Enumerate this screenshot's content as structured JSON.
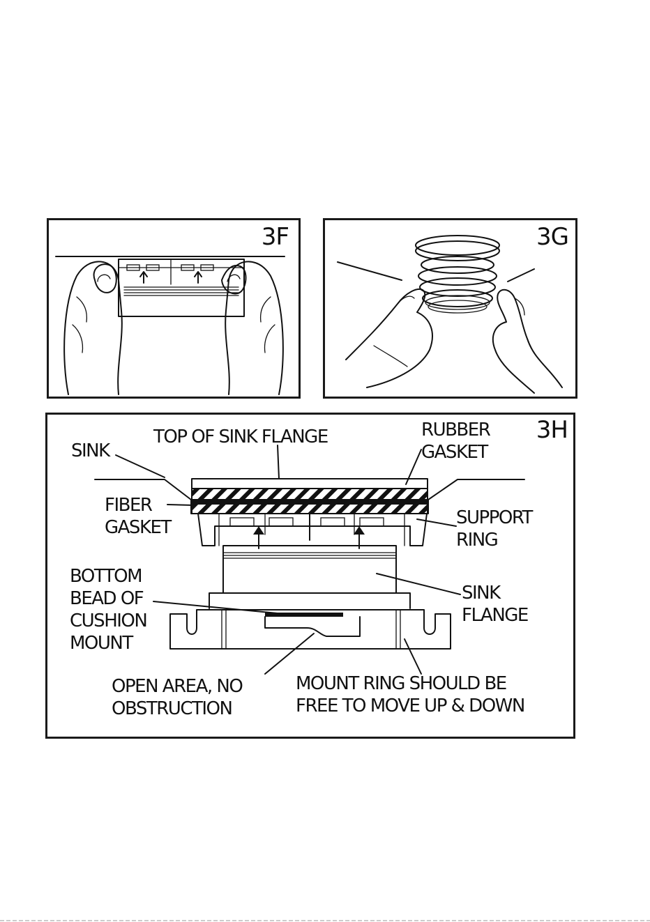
{
  "figures": {
    "fig_3f": {
      "tag": "3F"
    },
    "fig_3g": {
      "tag": "3G"
    },
    "fig_3h": {
      "tag": "3H",
      "labels": {
        "sink": "SINK",
        "top_of_sink_flange": "TOP OF SINK FLANGE",
        "rubber_gasket_line1": "RUBBER",
        "rubber_gasket_line2": "GASKET",
        "fiber_gasket_line1": "FIBER",
        "fiber_gasket_line2": "GASKET",
        "support_ring_line1": "SUPPORT",
        "support_ring_line2": "RING",
        "bottom_bead_line1": "BOTTOM",
        "bottom_bead_line2": "BEAD OF",
        "bottom_bead_line3": "CUSHION",
        "bottom_bead_line4": "MOUNT",
        "sink_flange_line1": "SINK",
        "sink_flange_line2": "FLANGE",
        "open_area_line1": "OPEN AREA, NO",
        "open_area_line2": "OBSTRUCTION",
        "mount_ring_line1": "MOUNT RING SHOULD BE",
        "mount_ring_line2": "FREE TO MOVE UP & DOWN"
      }
    }
  },
  "colors": {
    "ink": "#111111",
    "paper": "#ffffff"
  }
}
